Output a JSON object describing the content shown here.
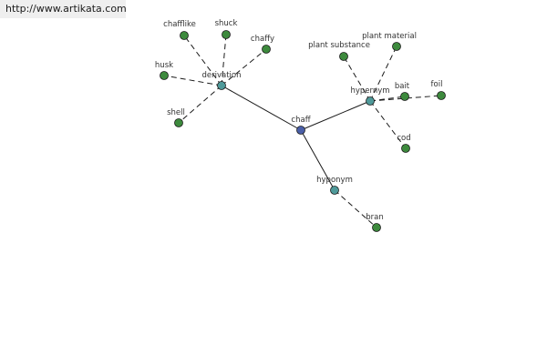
{
  "source_url": "http://www.artikata.com",
  "colors": {
    "root_node": "#4a5fa8",
    "relation_node": "#4f9a9a",
    "leaf_node": "#3d8a3d",
    "edge": "#1a1a1a"
  },
  "nodes": [
    {
      "id": "chaff",
      "label": "chaff",
      "kind": "root"
    },
    {
      "id": "derivation",
      "label": "derivation",
      "kind": "relation"
    },
    {
      "id": "hypernym",
      "label": "hypernym",
      "kind": "relation"
    },
    {
      "id": "hyponym",
      "label": "hyponym",
      "kind": "relation"
    },
    {
      "id": "chafflike",
      "label": "chafflike",
      "kind": "leaf"
    },
    {
      "id": "shuck",
      "label": "shuck",
      "kind": "leaf"
    },
    {
      "id": "chaffy",
      "label": "chaffy",
      "kind": "leaf"
    },
    {
      "id": "husk",
      "label": "husk",
      "kind": "leaf"
    },
    {
      "id": "shell",
      "label": "shell",
      "kind": "leaf"
    },
    {
      "id": "plant-substance",
      "label": "plant substance",
      "kind": "leaf"
    },
    {
      "id": "plant-material",
      "label": "plant material",
      "kind": "leaf"
    },
    {
      "id": "bait",
      "label": "bait",
      "kind": "leaf"
    },
    {
      "id": "foil",
      "label": "foil",
      "kind": "leaf"
    },
    {
      "id": "cod",
      "label": "cod",
      "kind": "leaf"
    },
    {
      "id": "bran",
      "label": "bran",
      "kind": "leaf"
    }
  ],
  "edges": [
    {
      "from": "chaff",
      "to": "derivation",
      "style": "solid"
    },
    {
      "from": "chaff",
      "to": "hypernym",
      "style": "solid"
    },
    {
      "from": "chaff",
      "to": "hyponym",
      "style": "solid"
    },
    {
      "from": "derivation",
      "to": "chafflike",
      "style": "dashed"
    },
    {
      "from": "derivation",
      "to": "shuck",
      "style": "dashed"
    },
    {
      "from": "derivation",
      "to": "chaffy",
      "style": "dashed"
    },
    {
      "from": "derivation",
      "to": "husk",
      "style": "dashed"
    },
    {
      "from": "derivation",
      "to": "shell",
      "style": "dashed"
    },
    {
      "from": "hypernym",
      "to": "plant-substance",
      "style": "dashed"
    },
    {
      "from": "hypernym",
      "to": "plant-material",
      "style": "dashed"
    },
    {
      "from": "hypernym",
      "to": "bait",
      "style": "dashed"
    },
    {
      "from": "hypernym",
      "to": "foil",
      "style": "dashed"
    },
    {
      "from": "hypernym",
      "to": "cod",
      "style": "dashed"
    },
    {
      "from": "hyponym",
      "to": "bran",
      "style": "dashed"
    }
  ]
}
